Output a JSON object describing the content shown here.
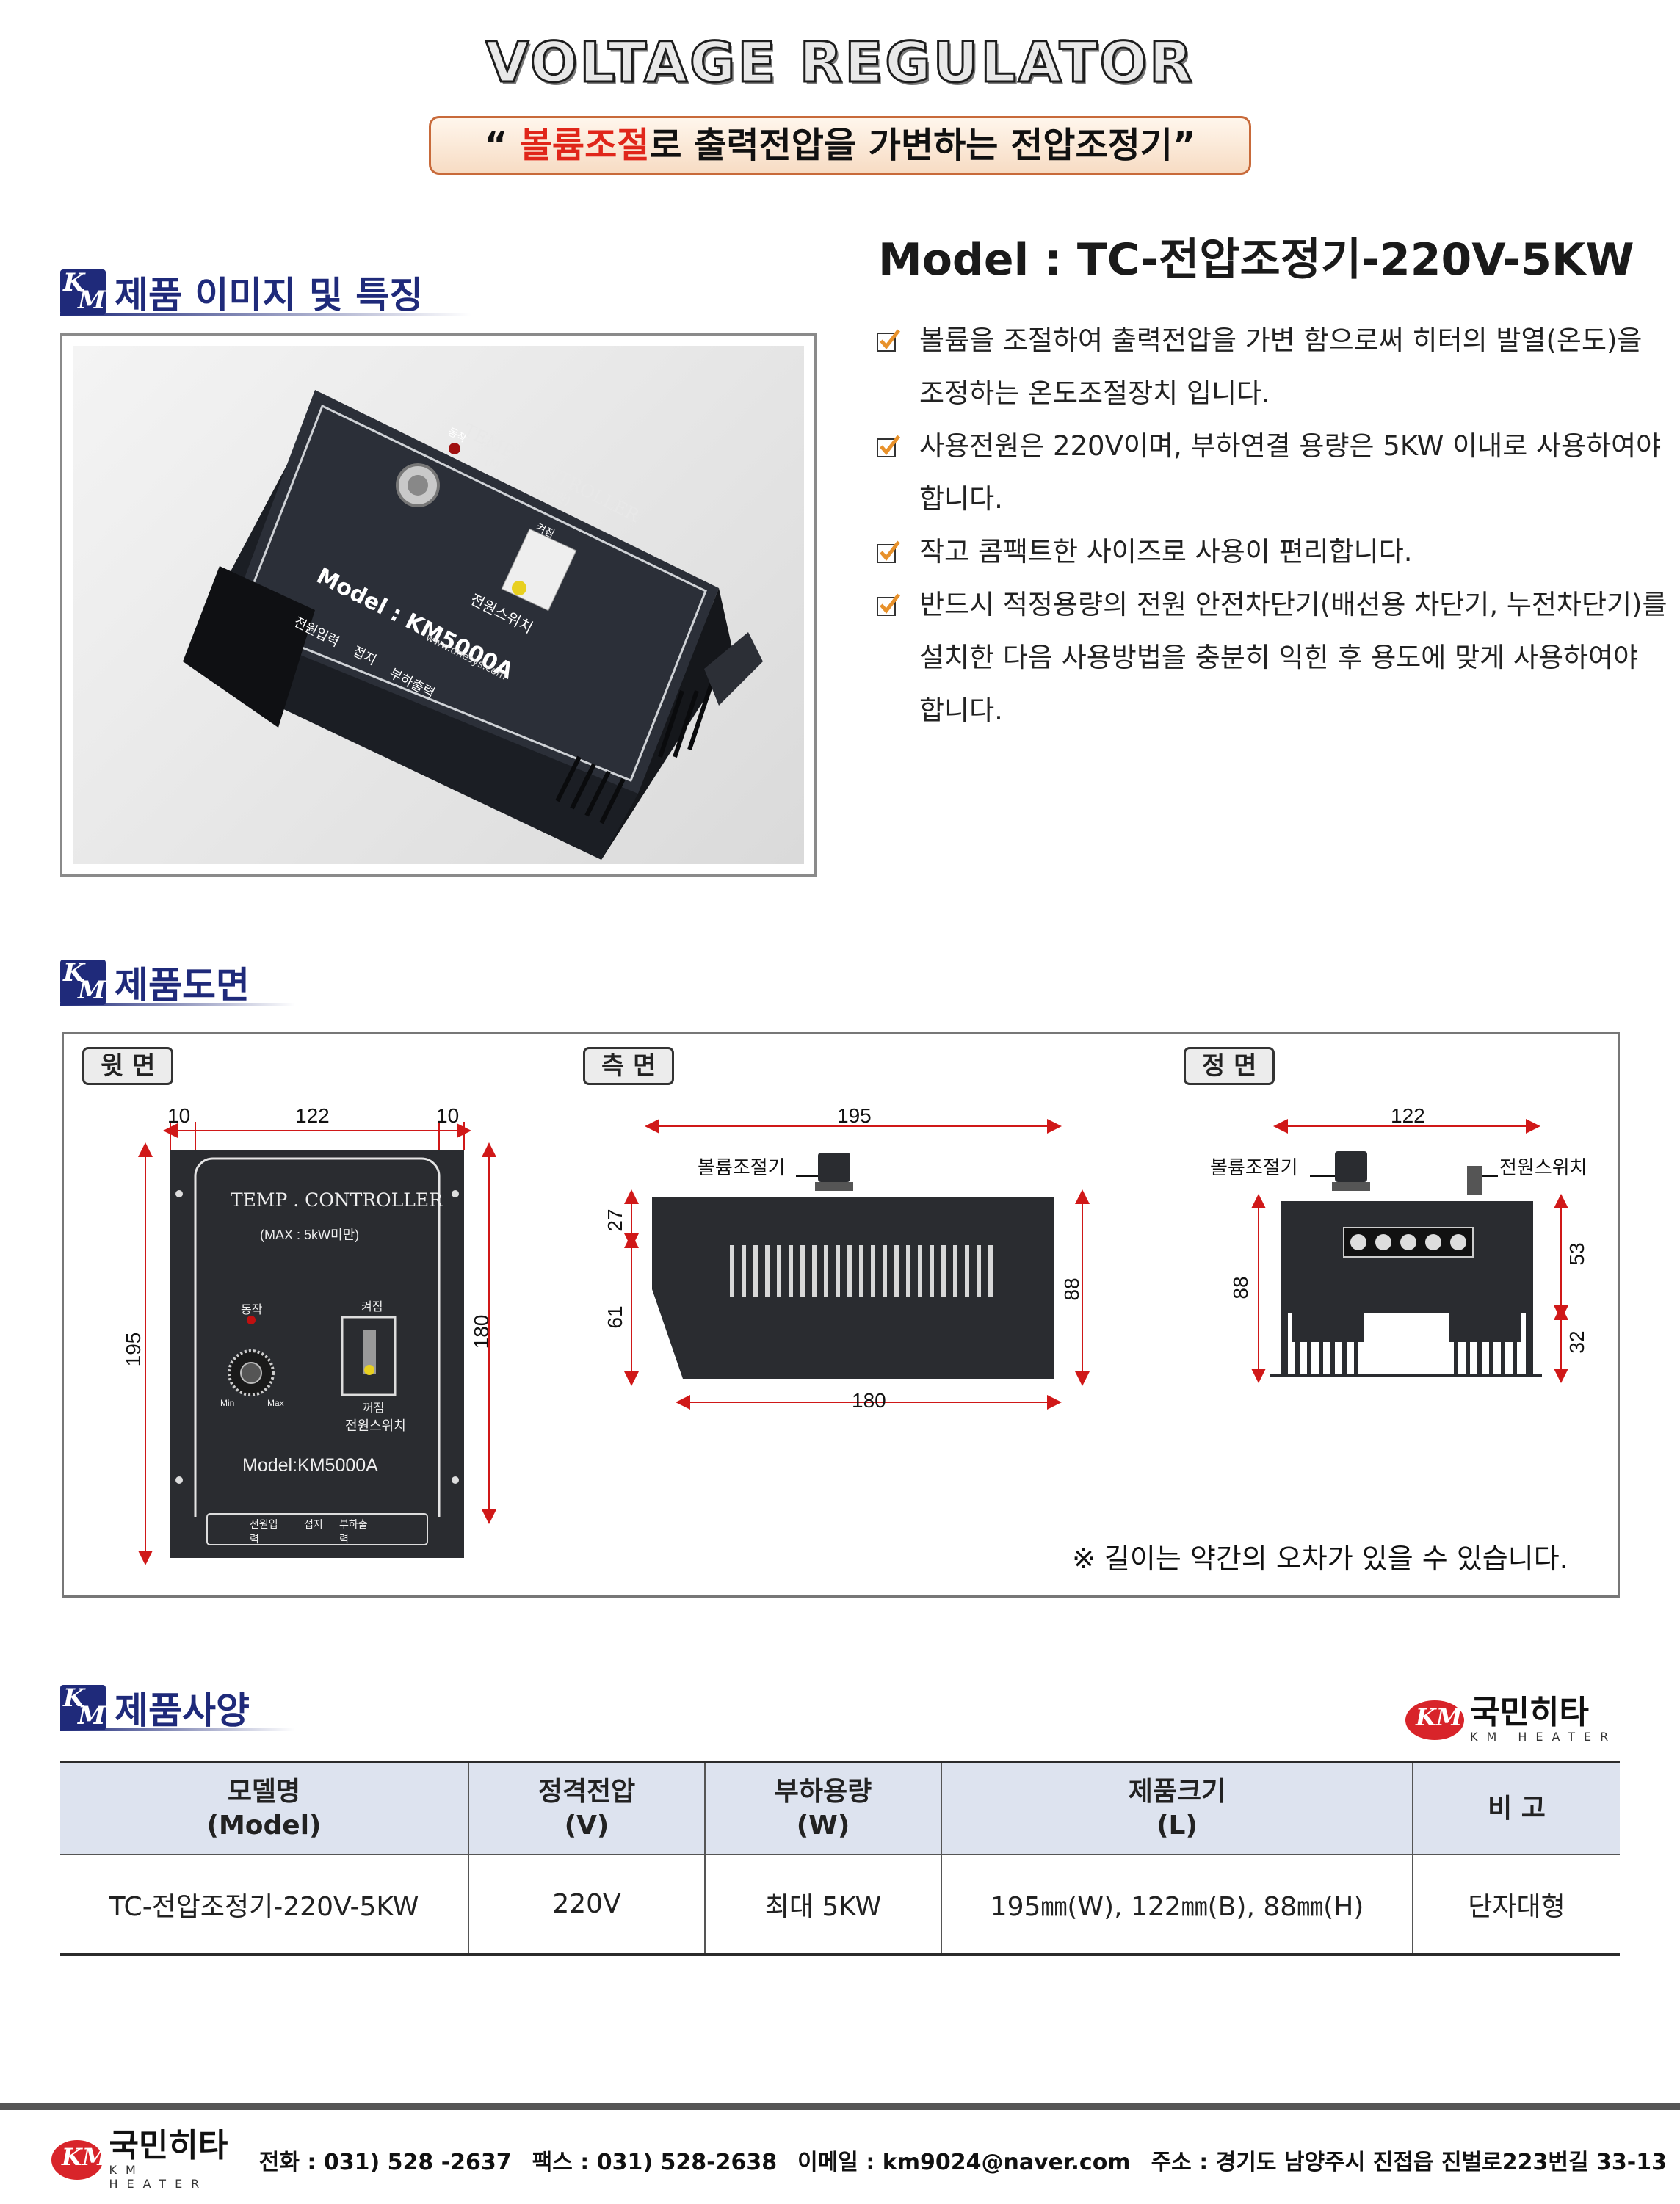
{
  "header": {
    "title": "VOLTAGE REGULATOR",
    "subtitle_quote_open": "“ ",
    "subtitle_highlight": "볼륨조절",
    "subtitle_rest": "로 출력전압을 가변하는 전압조정기",
    "subtitle_quote_close": "”"
  },
  "model_line": "Model : TC-전압조정기-220V-5KW",
  "sections": {
    "features_title": "제품 이미지 및 특징",
    "drawing_title": "제품도면",
    "spec_title": "제품사양"
  },
  "logo_letters": {
    "k": "K",
    "m": "M"
  },
  "features": [
    {
      "line1": "볼륨을 조절하여 출력전압을 가변 함으로써 히터의 발열(온도)을",
      "line2": "조정하는 온도조절장치 입니다."
    },
    {
      "line1": "사용전원은 220V이며, 부하연결 용량은 5KW 이내로 사용하여야",
      "line2": "합니다."
    },
    {
      "line1": "작고 콤팩트한 사이즈로 사용이 편리합니다.",
      "line2": ""
    },
    {
      "line1": "반드시 적정용량의 전원 안전차단기(배선용 차단기, 누전차단기)를",
      "line2": "설치한 다음 사용방법을 충분히 익힌 후 용도에 맞게 사용하여야"
    },
    {
      "line1": "합니다.",
      "line2": ""
    }
  ],
  "product_photo": {
    "panel_title": "TEMP. CONTROLLER",
    "panel_max": "(MAX : 5kW미만)",
    "panel_model": "Model : KM5000A",
    "panel_switch": "전원스위치",
    "panel_on": "켜짐",
    "panel_run": "동작",
    "panel_web": "www.dhesys.com",
    "panel_terms": [
      "전원입력",
      "접지",
      "부하출력"
    ]
  },
  "drawing": {
    "views": {
      "top": "윗 면",
      "side": "측 면",
      "front": "정 면"
    },
    "top_view": {
      "dim_left": "10",
      "dim_mid": "122",
      "dim_right": "10",
      "dim_height_outer": "195",
      "dim_height_inner": "180",
      "label_title": "TEMP . CONTROLLER",
      "label_max": "(MAX : 5kW미만)",
      "label_run": "동작",
      "label_on": "켜짐",
      "label_off": "꺼짐",
      "label_switch": "전원스위치",
      "label_model": "Model:KM5000A",
      "label_min": "Min",
      "label_max_knob": "Max",
      "term_power": "전원입력",
      "term_ground": "접지",
      "term_load": "부하출력"
    },
    "side_view": {
      "dim_top": "195",
      "dim_bottom": "180",
      "dim_27": "27",
      "dim_61": "61",
      "dim_88": "88",
      "knob_label": "볼륨조절기"
    },
    "front_view": {
      "dim_top": "122",
      "dim_88": "88",
      "dim_53": "53",
      "dim_32": "32",
      "knob_label": "볼륨조절기",
      "switch_label": "전원스위치"
    },
    "note": "※ 길이는 약간의 오차가 있을 수 있습니다."
  },
  "brand": {
    "name": "국민히타",
    "sub": "KM HEATER",
    "emblem": "KM"
  },
  "spec_table": {
    "headers": [
      {
        "l1": "모델명",
        "l2": "(Model)"
      },
      {
        "l1": "정격전압",
        "l2": "(V)"
      },
      {
        "l1": "부하용량",
        "l2": "(W)"
      },
      {
        "l1": "제품크기",
        "l2": "(L)"
      },
      {
        "l1": "비 고",
        "l2": ""
      }
    ],
    "row": [
      "TC-전압조정기-220V-5KW",
      "220V",
      "최대 5KW",
      "195㎜(W), 122㎜(B), 88㎜(H)",
      "단자대형"
    ]
  },
  "footer": {
    "phone": "전화 : 031) 528 -2637",
    "fax": "팩스 : 031) 528-2638",
    "email": "이메일 : km9024@naver.com",
    "address": "주소 : 경기도 남양주시 진접읍 진벌로223번길 33-13"
  },
  "colors": {
    "navy": "#1f2a7a",
    "red": "#e0261a",
    "check_orange": "#e8912a",
    "table_header": "#dde3ef"
  }
}
